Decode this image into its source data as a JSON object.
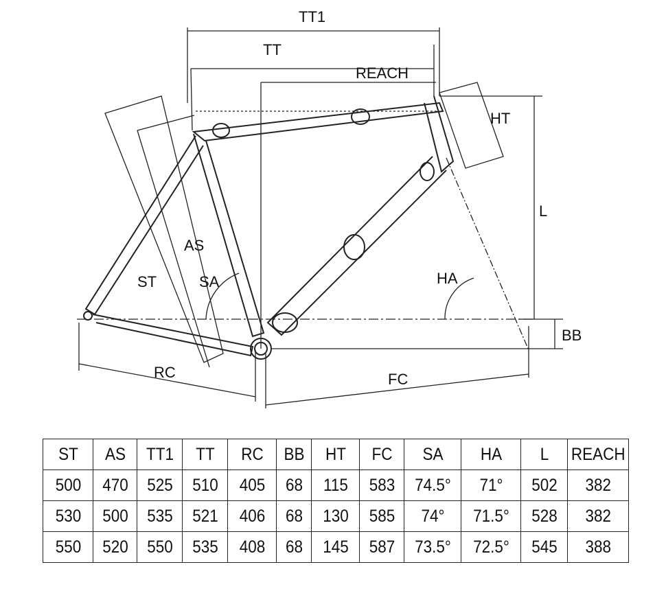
{
  "diagram": {
    "title": "Frame geometry",
    "labels": {
      "tt1": "TT1",
      "tt": "TT",
      "reach": "REACH",
      "ht": "HT",
      "l": "L",
      "as": "AS",
      "st": "ST",
      "sa": "SA",
      "ha": "HA",
      "bb": "BB",
      "rc": "RC",
      "fc": "FC"
    }
  },
  "table": {
    "headers": [
      "ST",
      "AS",
      "TT1",
      "TT",
      "RC",
      "BB",
      "HT",
      "FC",
      "SA",
      "HA",
      "L",
      "REACH"
    ],
    "rows": [
      [
        "500",
        "470",
        "525",
        "510",
        "405",
        "68",
        "115",
        "583",
        "74.5°",
        "71°",
        "502",
        "382"
      ],
      [
        "530",
        "500",
        "535",
        "521",
        "406",
        "68",
        "130",
        "585",
        "74°",
        "71.5°",
        "528",
        "382"
      ],
      [
        "550",
        "520",
        "550",
        "535",
        "408",
        "68",
        "145",
        "587",
        "73.5°",
        "72.5°",
        "545",
        "388"
      ]
    ]
  }
}
